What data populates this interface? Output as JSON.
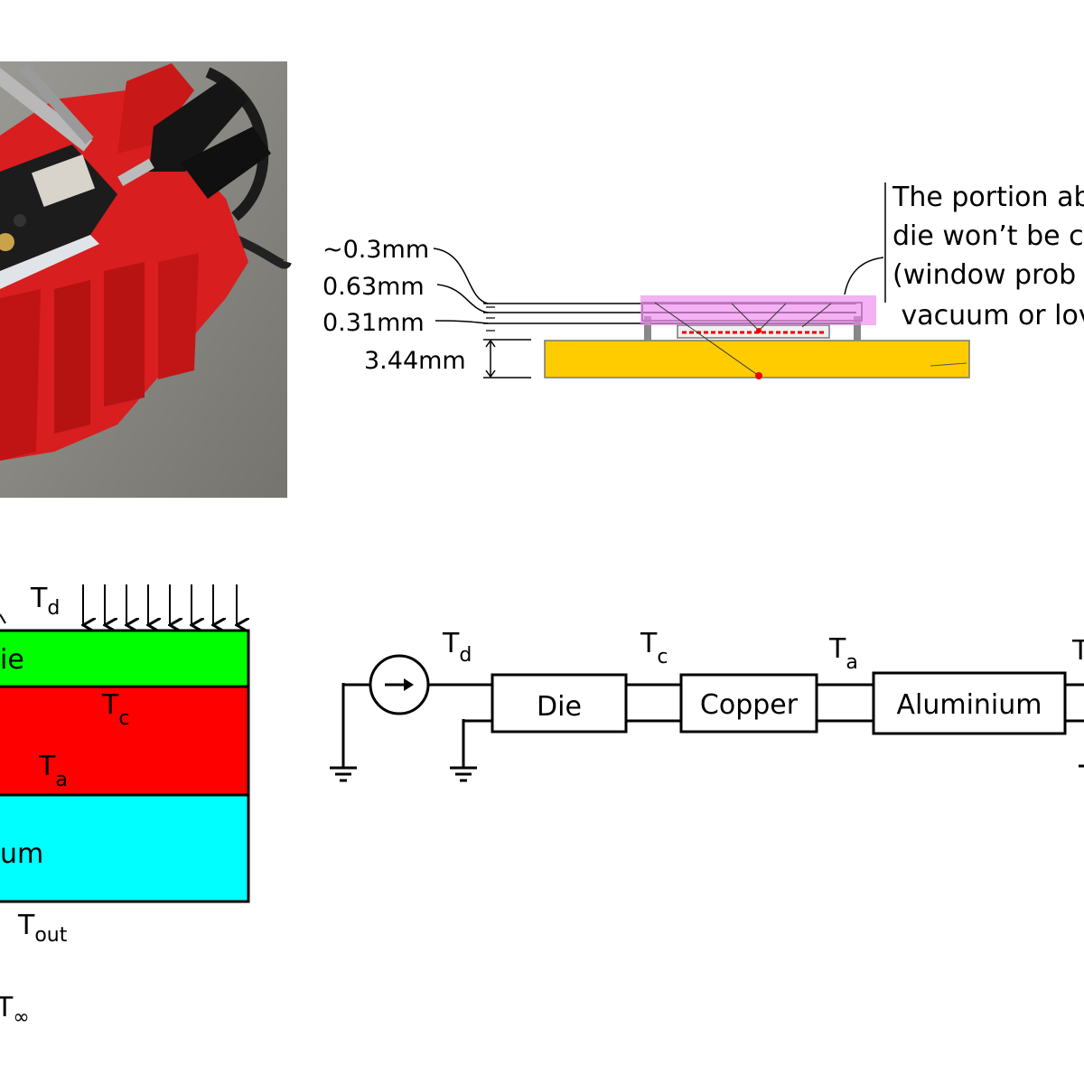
{
  "photo": {
    "description_icon": "hardware-photo"
  },
  "cross_section": {
    "dimensions": [
      "~0.3mm",
      "0.63mm",
      "0.31mm",
      "3.44mm"
    ],
    "note_lines": [
      "The portion ab",
      "die won’t be c",
      "(window prob",
      " vacuum or lov"
    ]
  },
  "layer_stack": {
    "temps": {
      "td": "T",
      "td_sub": "d",
      "tc": "T",
      "tc_sub": "c",
      "ta": "T",
      "ta_sub": "a",
      "tout": "T",
      "tout_sub": "out",
      "tinf": "T",
      "tinf_sub": "∞"
    },
    "die_label": "ie",
    "alum_label": "um"
  },
  "circuit": {
    "temps": {
      "td": "T",
      "td_sub": "d",
      "tc": "T",
      "tc_sub": "c",
      "ta": "T",
      "ta_sub": "a",
      "t_edge": "T"
    },
    "blocks": [
      "Die",
      "Copper",
      "Aluminium"
    ]
  },
  "colors": {
    "die_green": "#00ff00",
    "copper_red": "#ff0000",
    "alum_cyan": "#00ffff",
    "pcb_yellow": "#ffcc00",
    "window_magenta": "#ee88ee",
    "fixture_red": "#d81e1e"
  }
}
